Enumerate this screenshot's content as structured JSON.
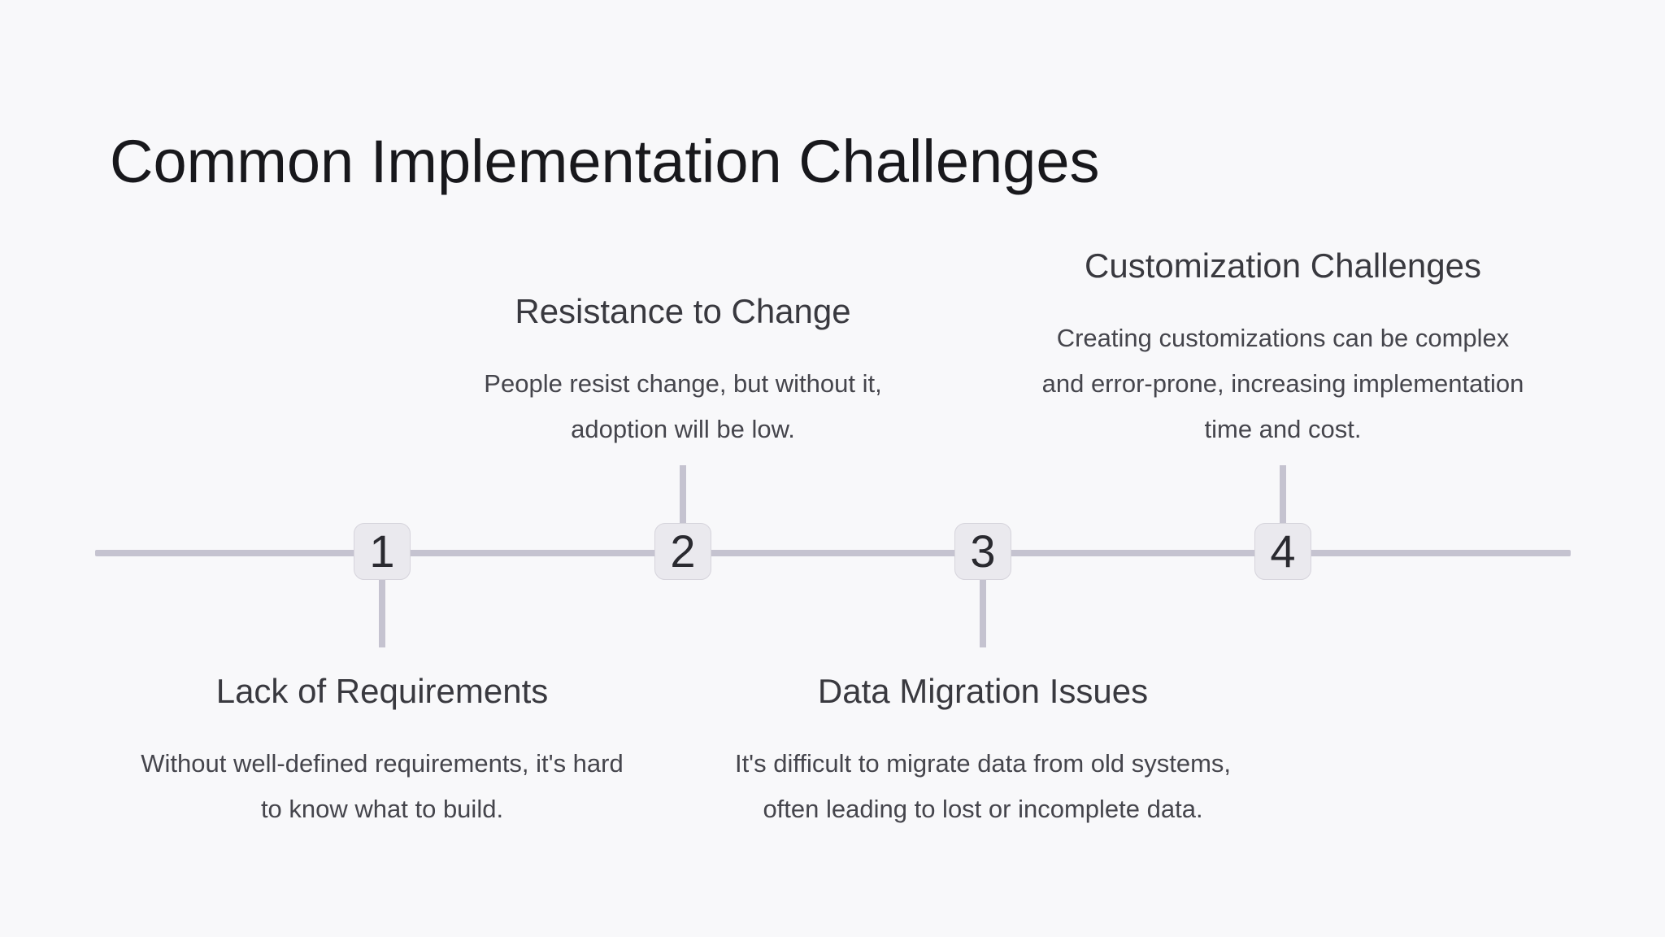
{
  "page": {
    "title": "Common Implementation Challenges",
    "background_color": "#f8f8fa",
    "accent_line_color": "#c5c3d0",
    "node_fill_color": "#eae9ee",
    "node_border_color": "#d6d4dc",
    "title_color": "#18181c",
    "heading_color": "#39393f",
    "body_color": "#45454c"
  },
  "timeline": {
    "items": [
      {
        "number": "1",
        "position": "below",
        "title": "Lack of Requirements",
        "body": [
          "Without well-defined requirements, it's hard",
          "to know what to build."
        ]
      },
      {
        "number": "2",
        "position": "above",
        "title": "Resistance to Change",
        "body": [
          "People resist change, but without it,",
          "adoption will be low."
        ]
      },
      {
        "number": "3",
        "position": "below",
        "title": "Data Migration Issues",
        "body": [
          "It's difficult to migrate data from old systems,",
          "often leading to lost or incomplete data."
        ]
      },
      {
        "number": "4",
        "position": "above",
        "title": "Customization Challenges",
        "body": [
          "Creating customizations can be complex",
          "and error-prone, increasing implementation",
          "time and cost."
        ]
      }
    ]
  }
}
